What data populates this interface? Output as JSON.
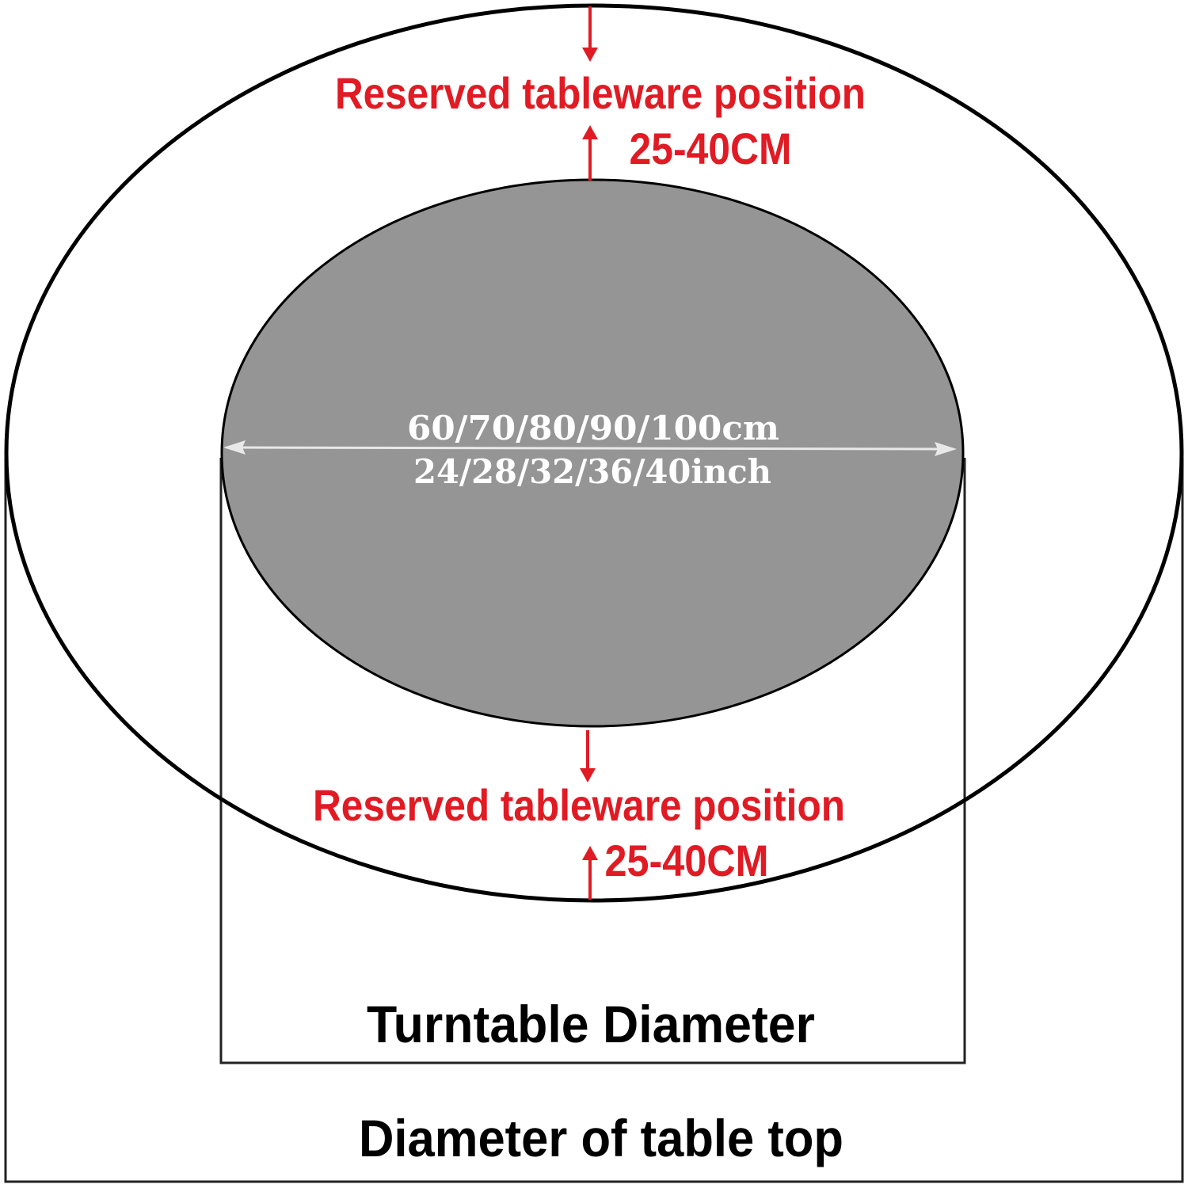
{
  "top_label": {
    "text": "Reserved tableware position",
    "range": "25-40CM"
  },
  "bottom_label": {
    "text": "Reserved tableware position",
    "range": "25-40CM"
  },
  "turntable": {
    "size_cm": "60/70/80/90/100cm",
    "size_inch": "24/28/32/36/40inch",
    "caption": "Turntable Diameter"
  },
  "table_top": {
    "caption": "Diameter of table top"
  },
  "colors": {
    "accent": "#e01b24",
    "turntable_fill": "#959595",
    "outline": "#000000"
  }
}
